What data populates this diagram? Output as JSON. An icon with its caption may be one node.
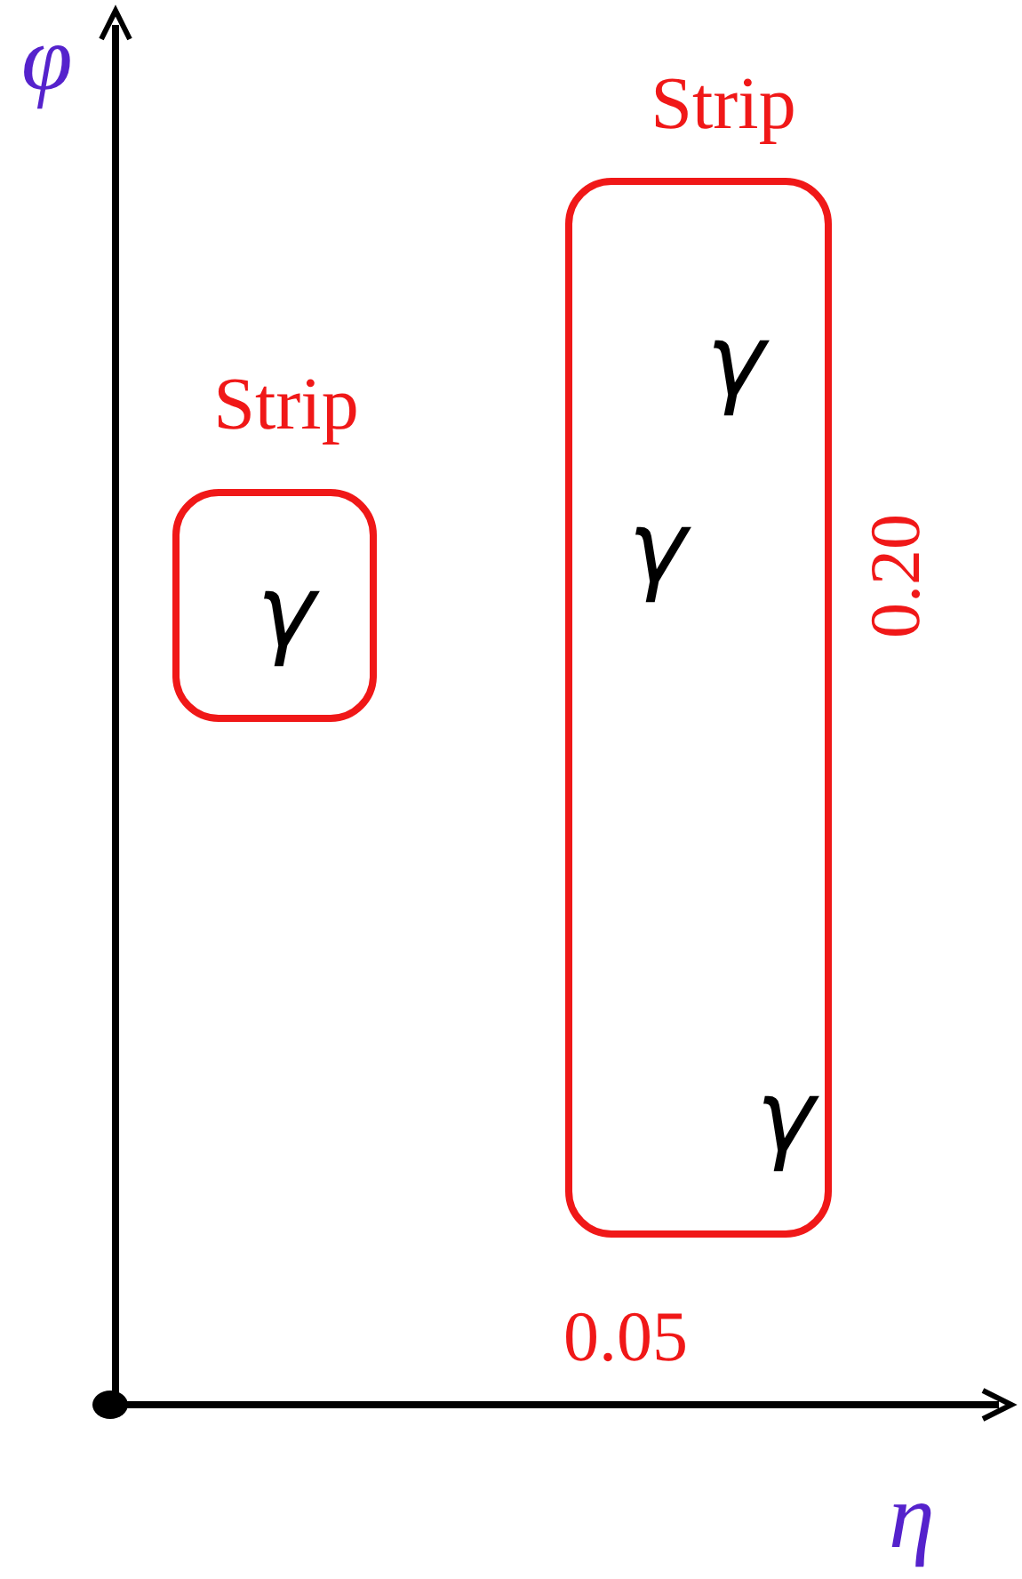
{
  "diagram": {
    "nodes": [
      {
        "text": [
          "Strip",
          "γ"
        ]
      },
      {
        "text": [
          "Strip",
          "γ",
          "γ",
          "γ"
        ],
        "beside": [
          "0.20",
          "0.05"
        ]
      }
    ],
    "labels": [
      "φ",
      "η"
    ]
  }
}
